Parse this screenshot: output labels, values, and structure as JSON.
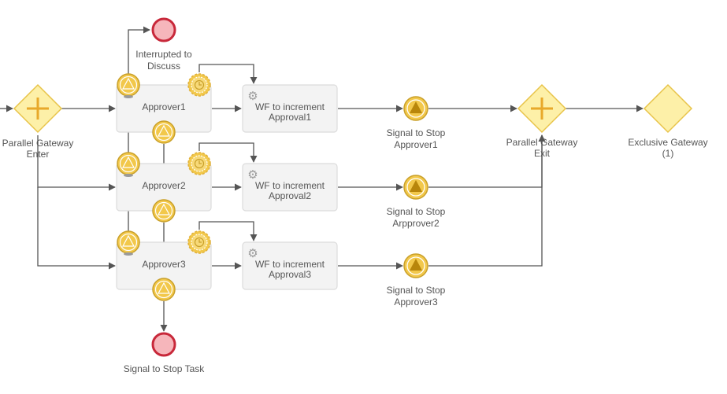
{
  "gateways": {
    "enter": {
      "label_line1": "Parallel Gateway",
      "label_line2": "Enter"
    },
    "exit": {
      "label_line1": "Parallel Gateway",
      "label_line2": "Exit"
    },
    "exclusive": {
      "label_line1": "Exclusive Gateway",
      "label_line2": "(1)"
    }
  },
  "end_events": {
    "interrupted": {
      "label_line1": "Interrupted to",
      "label_line2": "Discuss"
    },
    "stop_task": {
      "label": "Signal to Stop Task"
    }
  },
  "tasks": [
    {
      "label": "Approver1"
    },
    {
      "label": "Approver2"
    },
    {
      "label": "Approver3"
    }
  ],
  "service_tasks": [
    {
      "line1": "WF to increment",
      "line2": "Approval1"
    },
    {
      "line1": "WF to increment",
      "line2": "Approval2"
    },
    {
      "line1": "WF to increment",
      "line2": "Approval3"
    }
  ],
  "signal_events": [
    {
      "line1": "Signal to Stop",
      "line2": "Approver1"
    },
    {
      "line1": "Signal to Stop",
      "line2": "Arpprover2"
    },
    {
      "line1": "Signal to Stop",
      "line2": "Approver3"
    }
  ],
  "colors": {
    "task_fill": "#f3f3f3",
    "task_stroke": "#dcdcdc",
    "gateway_fill": "#fdf0a8",
    "gateway_stroke": "#e8c44a",
    "event_yellow": "#f2c84b",
    "event_dark": "#c9a02a",
    "end_red": "#c8283a",
    "end_fill": "#f6b6bb",
    "flow": "#555555",
    "icon_gray": "#9a9a9a"
  },
  "icons": {
    "timer": "clock-icon",
    "gear": "gear-icon",
    "signal": "triangle-icon",
    "parallel": "plus-icon"
  }
}
